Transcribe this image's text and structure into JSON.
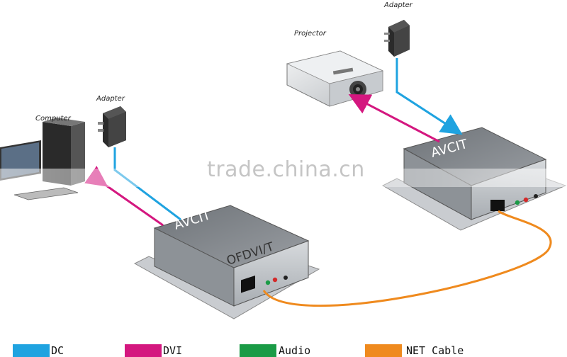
{
  "labels": {
    "computer": "Computer",
    "adapter_left": "Adapter",
    "projector": "Projector",
    "adapter_right": "Adapter",
    "brand_left": "AVCIT",
    "model_left": "OFDVI/T",
    "brand_right": "AVCIT"
  },
  "watermark": "trade.china.cn",
  "legend": [
    {
      "label": "DC",
      "color": "#1fa3e0"
    },
    {
      "label": "DVI",
      "color": "#d4177f"
    },
    {
      "label": "Audio",
      "color": "#1a9b46"
    },
    {
      "label": "NET Cable",
      "color": "#ef8a1e"
    }
  ],
  "colors": {
    "dc": "#1fa3e0",
    "dvi": "#d4177f",
    "net": "#ef8a1e",
    "device": "#b8bcc0"
  }
}
